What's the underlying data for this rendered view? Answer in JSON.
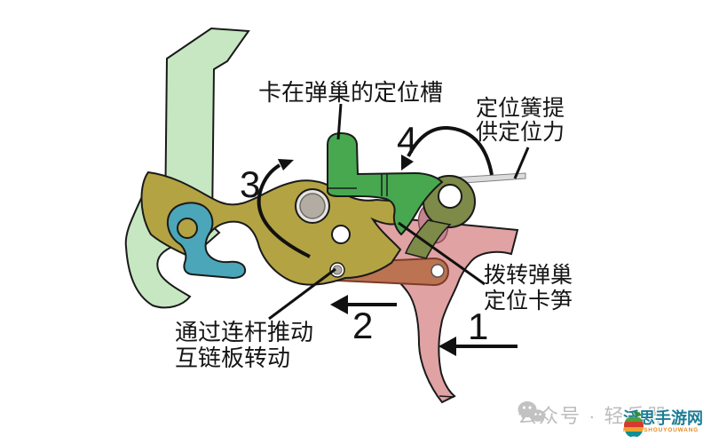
{
  "canvas": {
    "background": "#ffffff"
  },
  "annotations": {
    "cylinder_notch_label": "卡在弹巢的定位槽",
    "spring_label_line1": "定位簧提",
    "spring_label_line2": "供定位力",
    "latch_label_line1": "拨转弹巢",
    "latch_label_line2": "定位卡笋",
    "linkage_label_line1": "通过连杆推动",
    "linkage_label_line2": "互链板转动",
    "step_1": "1",
    "step_2": "2",
    "step_3": "3",
    "step_4": "4"
  },
  "parts": [
    {
      "id": "hammer-strut",
      "description": "light green upright bar (top left)"
    },
    {
      "id": "hammer-hook",
      "description": "light green hook (lower left)"
    },
    {
      "id": "interlink-plate",
      "description": "olive interlink plate (互链板) with pivot pins"
    },
    {
      "id": "pawl-hand",
      "description": "teal hand/pawl with ring hole"
    },
    {
      "id": "cylinder-stop-latch",
      "description": "bright green cylinder positioning latch (定位卡笋)"
    },
    {
      "id": "pivot-boss",
      "description": "dark olive pivot boss with white pivot hole"
    },
    {
      "id": "positioning-spring-rod",
      "description": "gray positioning spring rod (定位簧)"
    },
    {
      "id": "trigger",
      "description": "pink trigger with curved blade"
    },
    {
      "id": "connecting-link",
      "description": "dark salmon connecting link (连杆)"
    }
  ],
  "colors": {
    "light_green": "#c7e6c2",
    "olive": "#b3a343",
    "teal": "#4aa6b8",
    "bright_green": "#47a850",
    "dark_olive": "#7d8a48",
    "pink": "#e0a2a3",
    "mauve": "#c4868f",
    "link_salmon": "#bc7352",
    "rod_gray": "#dcdcdc",
    "pin_gray": "#b2aca2",
    "hole_white": "#ffffff",
    "outline": "#1a1a1a",
    "annotation_black": "#111111"
  },
  "watermark": {
    "icon": "wechat-icon",
    "text": "公众号 · 轻兵器",
    "color": "#bdbdbd"
  },
  "site_logo": {
    "icon": "striped-apple-icon",
    "name": "泛思手游网",
    "subtext": "FANSISHOUYOUWANG",
    "name_color": "#1d7d96",
    "subtext_color": "#e8891f"
  }
}
